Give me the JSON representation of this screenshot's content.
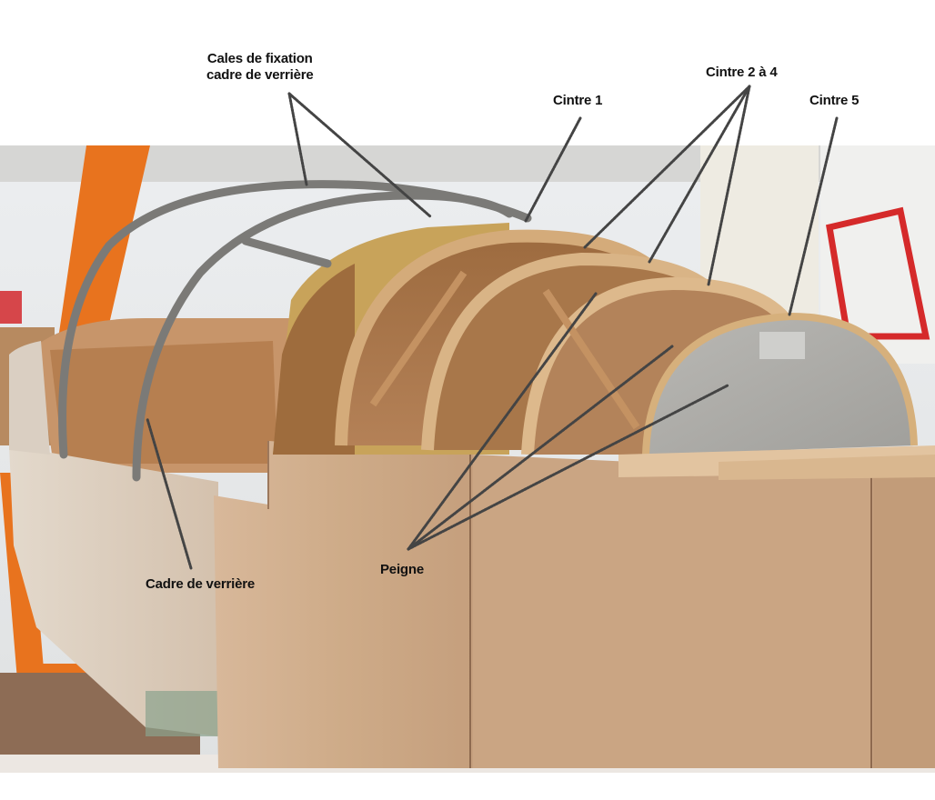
{
  "annotations": {
    "cales_line1": "Cales de fixation",
    "cales_line2": "cadre de verrière",
    "cintre1": "Cintre 1",
    "cintre2_4": "Cintre 2 à 4",
    "cintre5": "Cintre 5",
    "peigne": "Peigne",
    "cadre": "Cadre de verrière"
  },
  "colors": {
    "background": "#ffffff",
    "plywood": "#c9a27f",
    "frame_wood": "#a7733f",
    "canopy_frame": "#7a7a78",
    "orange_stand": "#e8731e",
    "leader_line": "#444444"
  },
  "icons": {
    "leader": "hand-drawn-leader-line"
  }
}
